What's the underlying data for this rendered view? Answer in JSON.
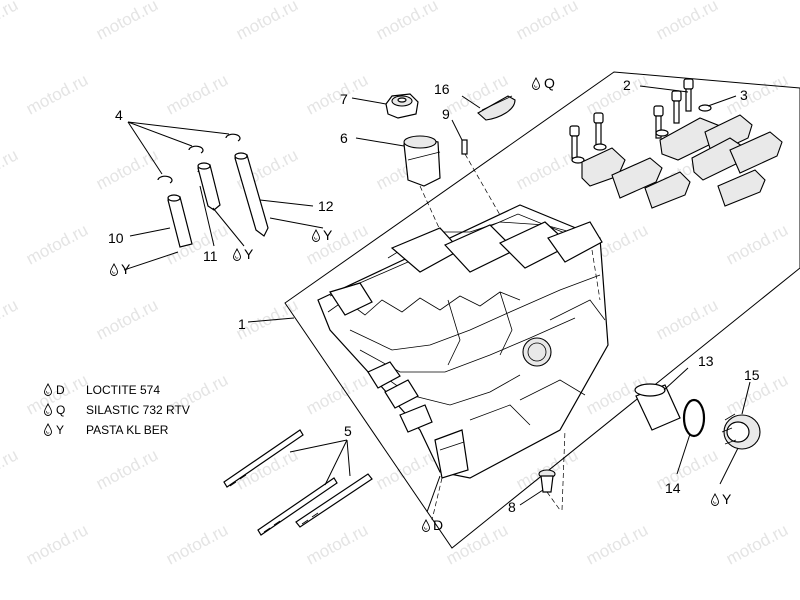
{
  "watermark": "motod.ru",
  "legend": [
    {
      "code": "D",
      "text": "LOCTITE 574"
    },
    {
      "code": "Q",
      "text": "SILASTIC 732 RTV"
    },
    {
      "code": "Y",
      "text": "PASTA KL BER"
    }
  ],
  "labels": {
    "p1": "1",
    "p2": "2",
    "p3": "3",
    "p4": "4",
    "p5": "5",
    "p6": "6",
    "p7": "7",
    "p8": "8",
    "p9": "9",
    "p10": "10",
    "p11": "11",
    "p12": "12",
    "p13": "13",
    "p14": "14",
    "p15": "15",
    "p16": "16"
  },
  "markers": {
    "m16": "Q",
    "m10": "Y",
    "m11": "Y",
    "m12": "Y",
    "m1": "D",
    "m14": "Y"
  }
}
